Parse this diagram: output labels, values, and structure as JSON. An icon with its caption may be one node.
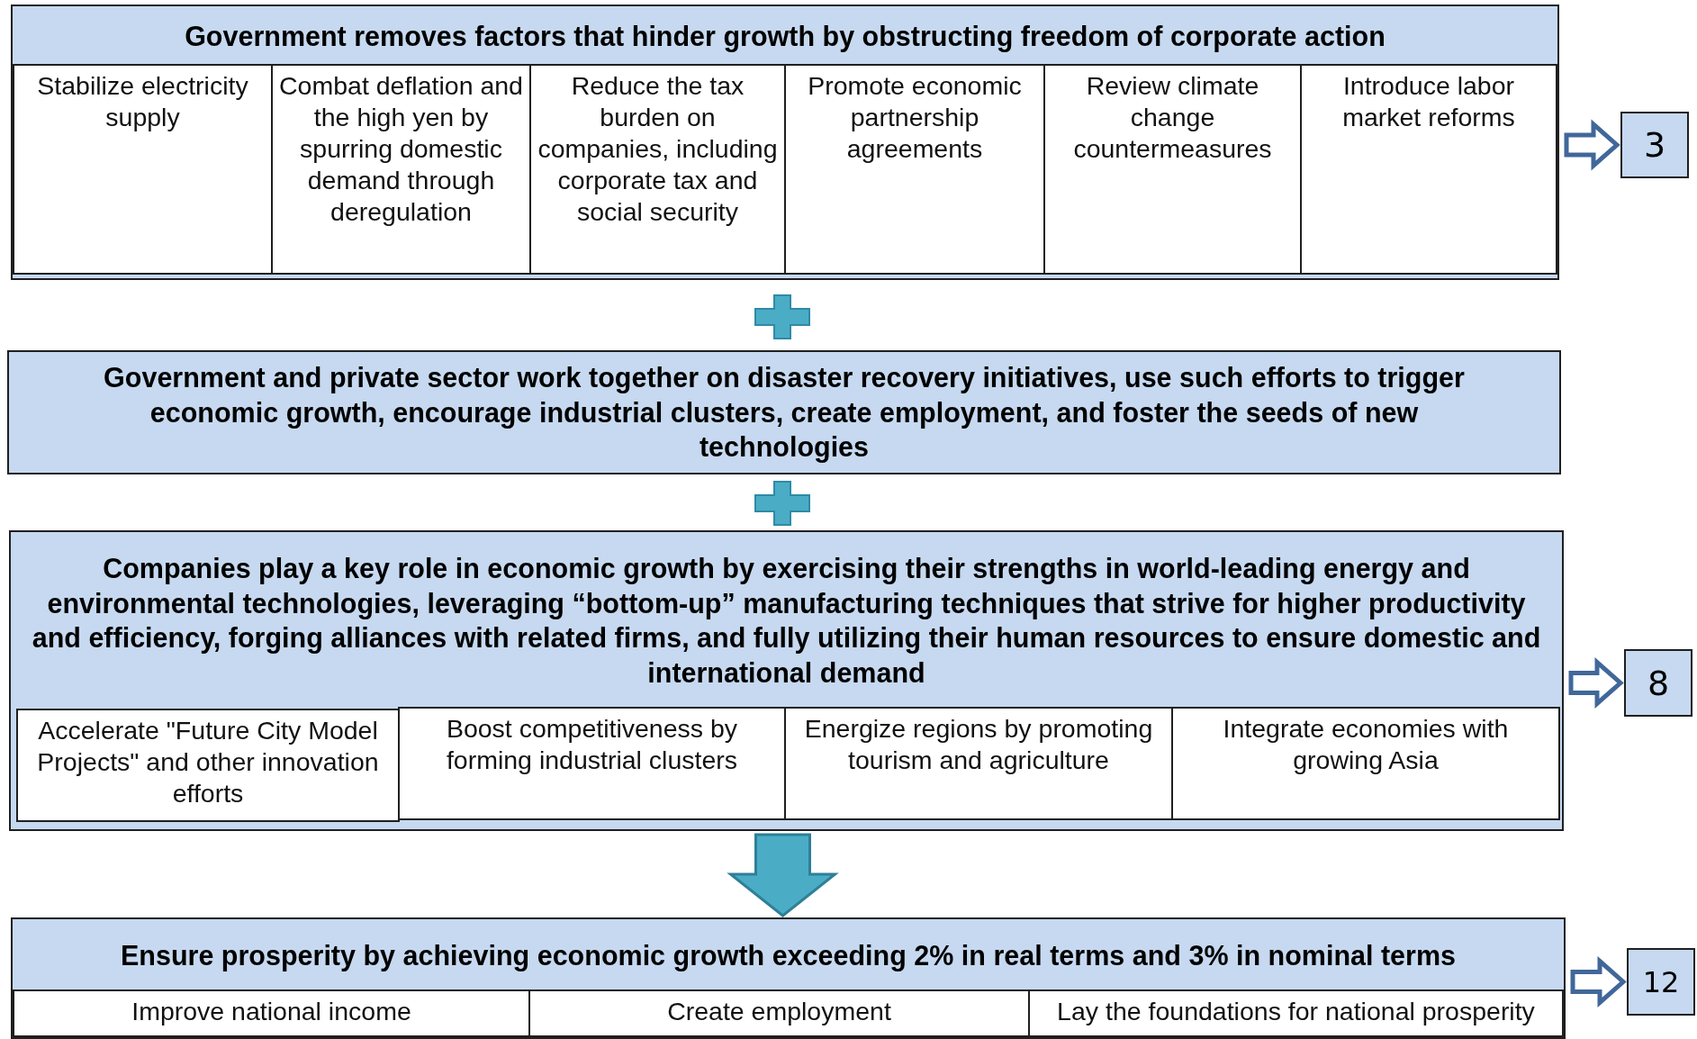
{
  "diagram": {
    "nodes": [
      {
        "text": [
          "Government removes factors that hinder growth by obstructing freedom of corporate action"
        ]
      },
      {
        "text": [
          "Stabilize electricity supply"
        ],
        "in": 0
      },
      {
        "text": [
          "Combat deflation and the high yen by spurring domestic demand through deregulation"
        ],
        "in": 0
      },
      {
        "text": [
          "Reduce the tax burden on companies, including corporate tax and social security"
        ],
        "in": 0
      },
      {
        "text": [
          "Promote economic partnership agreements"
        ],
        "in": 0
      },
      {
        "text": [
          "Review climate change countermeasures"
        ],
        "in": 0
      },
      {
        "text": [
          "Introduce labor market reforms"
        ],
        "in": 0
      },
      {
        "text": [
          "3"
        ]
      },
      {
        "text": [
          "Government and private sector work together on disaster recovery initiatives, use such efforts to trigger economic growth, encourage industrial clusters, create employment, and foster the seeds of new technologies"
        ]
      },
      {
        "text": [
          "Companies play a key role in economic growth by exercising their strengths in world-leading energy and environmental technologies, leveraging “bottom-up” manufacturing techniques that strive for higher productivity and efficiency, forging alliances with related firms, and fully utilizing their human resources to ensure domestic and international demand"
        ]
      },
      {
        "text": [
          "Accelerate \"Future City Model Projects\" and other innovation efforts"
        ],
        "in": 9
      },
      {
        "text": [
          "Boost competitiveness by forming industrial clusters"
        ],
        "in": 9
      },
      {
        "text": [
          "Energize regions by promoting tourism and agriculture"
        ],
        "in": 9
      },
      {
        "text": [
          "Integrate economies with growing Asia"
        ],
        "in": 9
      },
      {
        "text": [
          "8"
        ]
      },
      {
        "text": [
          "Ensure prosperity by achieving economic growth exceeding 2% in real terms and 3% in nominal terms"
        ]
      },
      {
        "text": [
          "Improve national income"
        ],
        "in": 15
      },
      {
        "text": [
          "Create employment"
        ],
        "in": 15
      },
      {
        "text": [
          "Lay the foundations for national prosperity"
        ],
        "in": 15
      },
      {
        "text": [
          "12"
        ]
      }
    ],
    "edges": [
      {
        "from": 0,
        "to": 7,
        "arrow": "to",
        "style": "thick"
      },
      {
        "from": 9,
        "to": 14,
        "arrow": "to",
        "style": "thick"
      },
      {
        "from": 9,
        "to": 15,
        "arrow": "to",
        "style": "thick",
        "color": "#4bacc6"
      },
      {
        "from": 15,
        "to": 19,
        "arrow": "to",
        "style": "thick"
      }
    ]
  }
}
